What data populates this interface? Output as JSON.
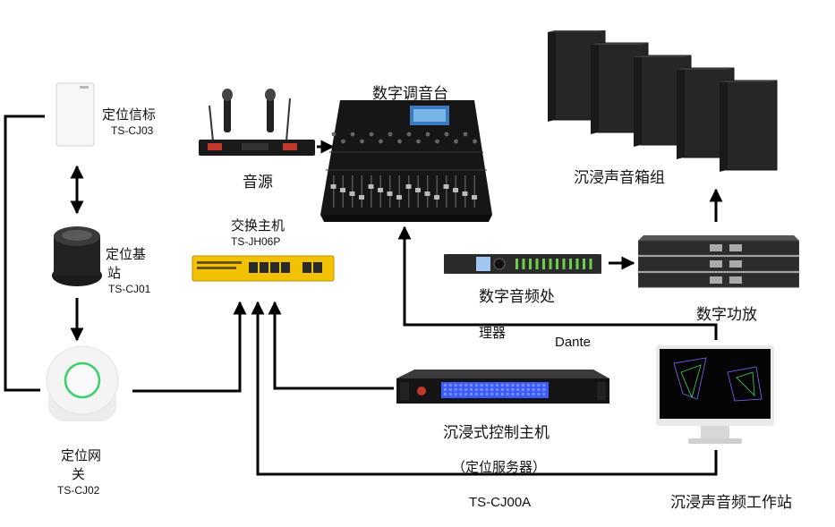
{
  "devices": {
    "beacon": {
      "name": "定位信标",
      "model": "TS-CJ03"
    },
    "base_station": {
      "name_line1": "定位基",
      "name_line2": "站",
      "model": "TS-CJ01"
    },
    "gateway": {
      "name_line1": "定位网",
      "name_line2": "关",
      "model": "TS-CJ02"
    },
    "audio_source": {
      "name": "音源"
    },
    "mixer": {
      "name": "数字调音台"
    },
    "switch": {
      "name": "交换主机",
      "model": "TS-JH06P"
    },
    "speaker_group": {
      "name": "沉浸声音箱组"
    },
    "processor": {
      "name_line1": "数字音频处",
      "name_line2": "理器"
    },
    "amplifier": {
      "name": "数字功放"
    },
    "control_host": {
      "name_line1": "沉浸式控制主机",
      "name_line2": "（定位服务器）",
      "model": "TS-CJ00A"
    },
    "workstation": {
      "name": "沉浸声音频工作站"
    }
  },
  "links": {
    "dante_label": "Dante"
  },
  "colors": {
    "wire": "#000000",
    "switch_body": "#f2c200",
    "led_blue": "#3b5bff",
    "gateway_ring": "#39d26b"
  }
}
